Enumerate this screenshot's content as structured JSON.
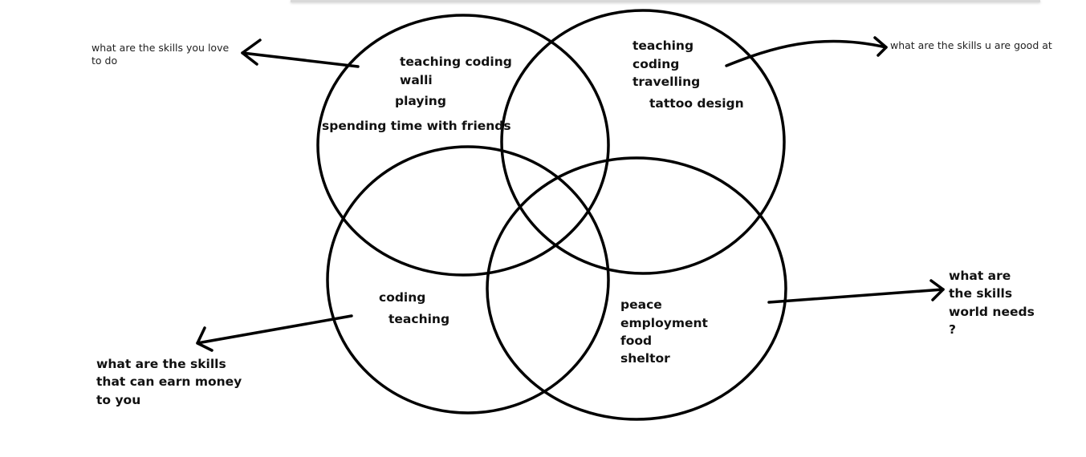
{
  "love": {
    "question": "what are the skills you love to do",
    "items": [
      "teaching coding",
      "walli",
      "playing",
      "spending time with friends"
    ]
  },
  "good_at": {
    "question": "what are the skills u are good at",
    "items": [
      "teaching",
      "coding",
      "travelling",
      "tattoo design"
    ]
  },
  "earn": {
    "question": "what are the skills that can earn money to you",
    "items": [
      "coding",
      "teaching"
    ]
  },
  "world": {
    "question": "what are the skills world needs ?",
    "items": [
      "peace",
      "employment",
      "food",
      "sheltor"
    ]
  }
}
